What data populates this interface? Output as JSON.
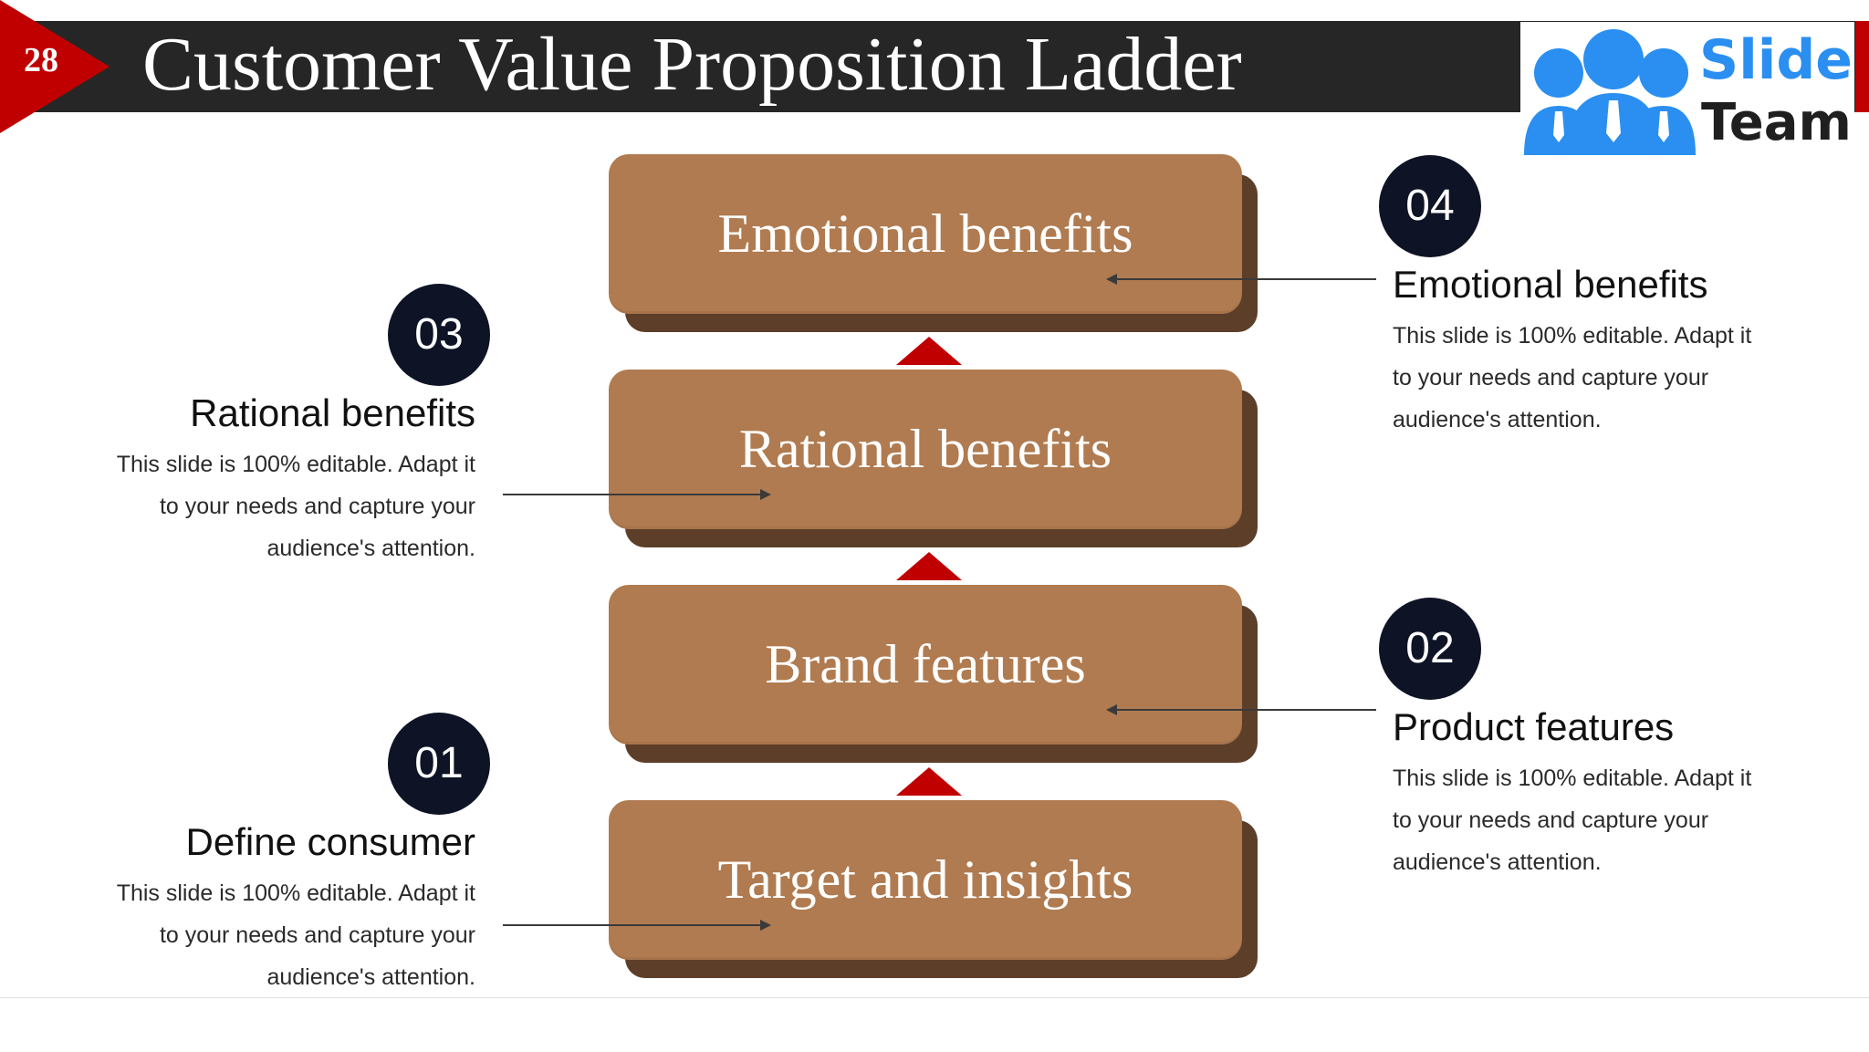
{
  "slide": {
    "number": "28",
    "title": "Customer Value Proposition Ladder"
  },
  "logo": {
    "line1": "Slide",
    "line2": "Team",
    "icon": "people-icon"
  },
  "colors": {
    "header_bg": "#262626",
    "accent_red": "#c00000",
    "step_face": "#b07b50",
    "step_shadow": "#5c3e29",
    "badge_bg": "#0e1426",
    "logo_blue": "#2a8ff0"
  },
  "ladder": {
    "steps": [
      {
        "label": "Emotional benefits"
      },
      {
        "label": "Rational benefits"
      },
      {
        "label": "Brand features"
      },
      {
        "label": "Target and insights"
      }
    ]
  },
  "items": [
    {
      "number": "04",
      "title": "Emotional benefits",
      "desc": "This slide is 100% editable. Adapt it to your needs and capture your audience's attention."
    },
    {
      "number": "03",
      "title": "Rational benefits",
      "desc": "This slide is 100% editable. Adapt it to your needs and capture your audience's attention."
    },
    {
      "number": "02",
      "title": "Product features",
      "desc": "This slide is 100% editable. Adapt it to your needs and capture your audience's attention."
    },
    {
      "number": "01",
      "title": "Define consumer",
      "desc": "This slide is 100% editable. Adapt it to your needs and capture your audience's attention."
    }
  ]
}
